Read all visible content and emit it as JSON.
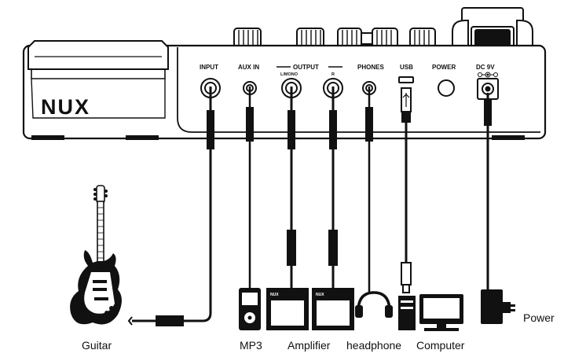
{
  "brand": "NUX",
  "panel": {
    "input": "INPUT",
    "aux_in": "AUX IN",
    "output": "OUTPUT",
    "output_l": "L/MONO",
    "output_r": "R",
    "phones": "PHONES",
    "usb": "USB",
    "power": "POWER",
    "dc": "DC 9V"
  },
  "devices": {
    "guitar": "Guitar",
    "mp3": "MP3",
    "amplifier": "Amplifier",
    "headphone": "headphone",
    "computer": "Computer",
    "power": "Power"
  },
  "amp_brand": "NUX"
}
